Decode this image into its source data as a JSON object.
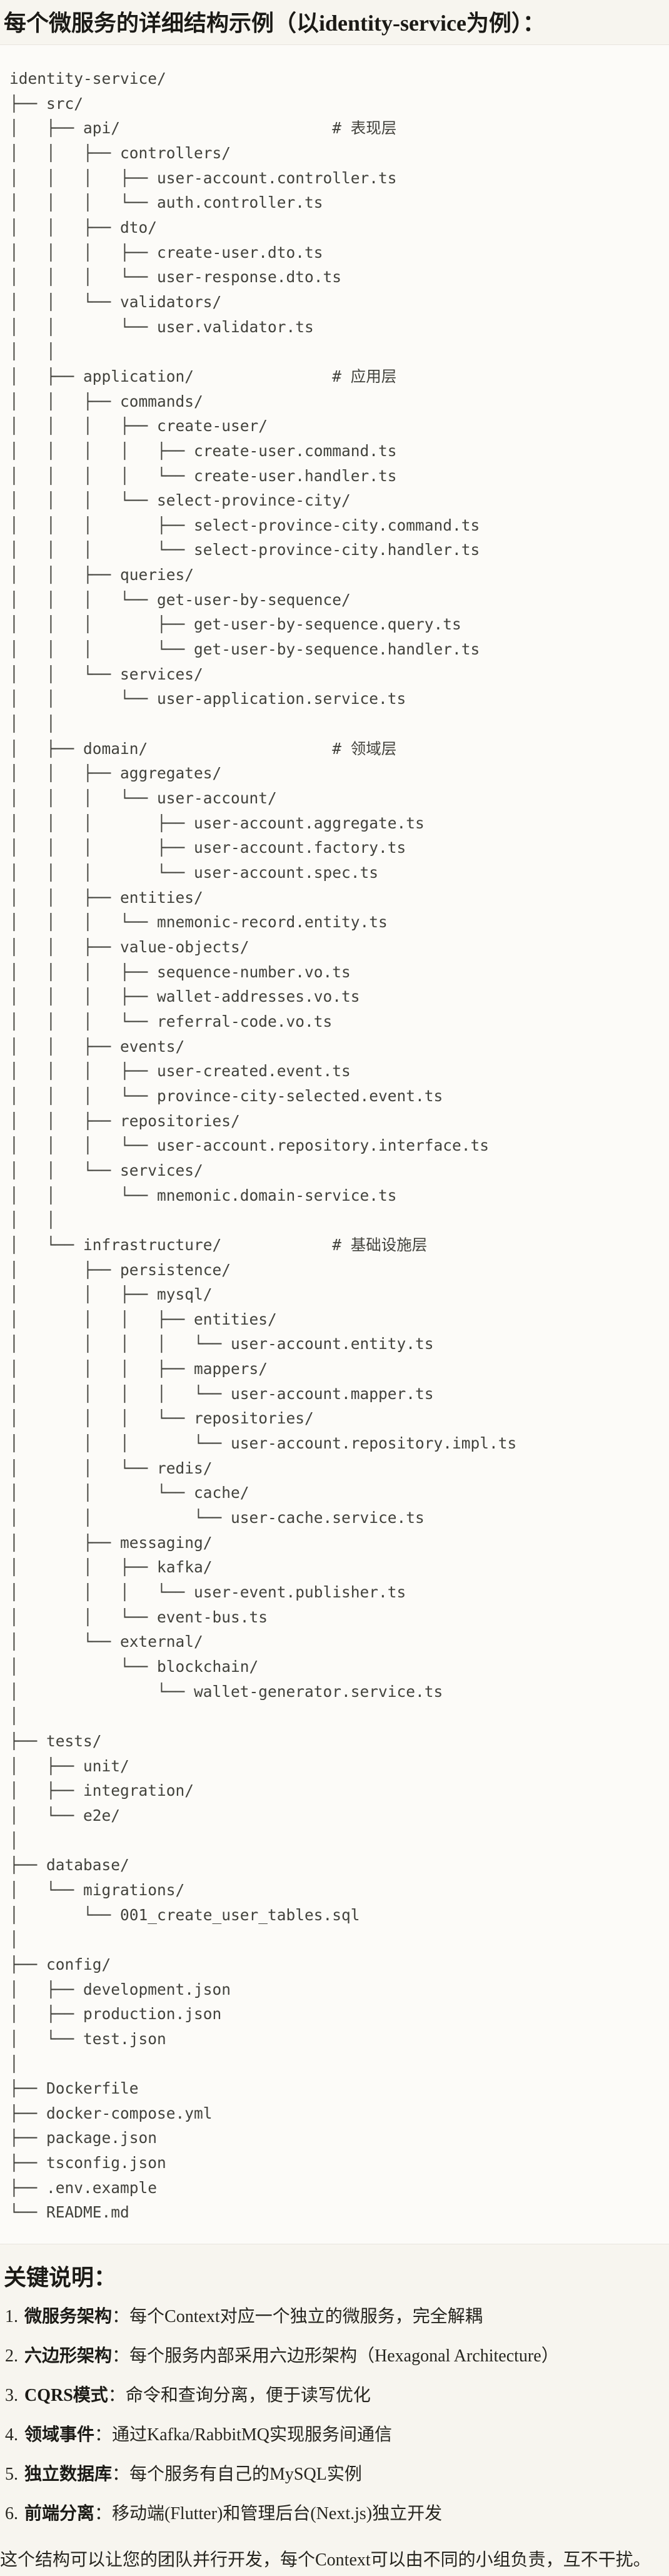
{
  "header": {
    "title": "每个微服务的详细结构示例（以identity-service为例）："
  },
  "tree": {
    "lines": [
      "identity-service/",
      "├── src/",
      "│   ├── api/                       # 表现层",
      "│   │   ├── controllers/",
      "│   │   │   ├── user-account.controller.ts",
      "│   │   │   └── auth.controller.ts",
      "│   │   ├── dto/",
      "│   │   │   ├── create-user.dto.ts",
      "│   │   │   └── user-response.dto.ts",
      "│   │   └── validators/",
      "│   │       └── user.validator.ts",
      "│   │",
      "│   ├── application/               # 应用层",
      "│   │   ├── commands/",
      "│   │   │   ├── create-user/",
      "│   │   │   │   ├── create-user.command.ts",
      "│   │   │   │   └── create-user.handler.ts",
      "│   │   │   └── select-province-city/",
      "│   │   │       ├── select-province-city.command.ts",
      "│   │   │       └── select-province-city.handler.ts",
      "│   │   ├── queries/",
      "│   │   │   └── get-user-by-sequence/",
      "│   │   │       ├── get-user-by-sequence.query.ts",
      "│   │   │       └── get-user-by-sequence.handler.ts",
      "│   │   └── services/",
      "│   │       └── user-application.service.ts",
      "│   │",
      "│   ├── domain/                    # 领域层",
      "│   │   ├── aggregates/",
      "│   │   │   └── user-account/",
      "│   │   │       ├── user-account.aggregate.ts",
      "│   │   │       ├── user-account.factory.ts",
      "│   │   │       └── user-account.spec.ts",
      "│   │   ├── entities/",
      "│   │   │   └── mnemonic-record.entity.ts",
      "│   │   ├── value-objects/",
      "│   │   │   ├── sequence-number.vo.ts",
      "│   │   │   ├── wallet-addresses.vo.ts",
      "│   │   │   └── referral-code.vo.ts",
      "│   │   ├── events/",
      "│   │   │   ├── user-created.event.ts",
      "│   │   │   └── province-city-selected.event.ts",
      "│   │   ├── repositories/",
      "│   │   │   └── user-account.repository.interface.ts",
      "│   │   └── services/",
      "│   │       └── mnemonic.domain-service.ts",
      "│   │",
      "│   └── infrastructure/            # 基础设施层",
      "│       ├── persistence/",
      "│       │   ├── mysql/",
      "│       │   │   ├── entities/",
      "│       │   │   │   └── user-account.entity.ts",
      "│       │   │   ├── mappers/",
      "│       │   │   │   └── user-account.mapper.ts",
      "│       │   │   └── repositories/",
      "│       │   │       └── user-account.repository.impl.ts",
      "│       │   └── redis/",
      "│       │       └── cache/",
      "│       │           └── user-cache.service.ts",
      "│       ├── messaging/",
      "│       │   ├── kafka/",
      "│       │   │   └── user-event.publisher.ts",
      "│       │   └── event-bus.ts",
      "│       └── external/",
      "│           └── blockchain/",
      "│               └── wallet-generator.service.ts",
      "│",
      "├── tests/",
      "│   ├── unit/",
      "│   ├── integration/",
      "│   └── e2e/",
      "│",
      "├── database/",
      "│   └── migrations/",
      "│       └── 001_create_user_tables.sql",
      "│",
      "├── config/",
      "│   ├── development.json",
      "│   ├── production.json",
      "│   └── test.json",
      "│",
      "├── Dockerfile",
      "├── docker-compose.yml",
      "├── package.json",
      "├── tsconfig.json",
      "├── .env.example",
      "└── README.md"
    ]
  },
  "notes": {
    "heading": "关键说明：",
    "items": [
      {
        "num": "1.",
        "label": "微服务架构",
        "colon": "：",
        "text": "每个Context对应一个独立的微服务，完全解耦"
      },
      {
        "num": "2.",
        "label": "六边形架构",
        "colon": "：",
        "text": "每个服务内部采用六边形架构（Hexagonal Architecture）"
      },
      {
        "num": "3.",
        "label": "CQRS模式",
        "colon": "：",
        "text": "命令和查询分离，便于读写优化"
      },
      {
        "num": "4.",
        "label": "领域事件",
        "colon": "：",
        "text": "通过Kafka/RabbitMQ实现服务间通信"
      },
      {
        "num": "5.",
        "label": "独立数据库",
        "colon": "：",
        "text": "每个服务有自己的MySQL实例"
      },
      {
        "num": "6.",
        "label": "前端分离",
        "colon": "：",
        "text": "移动端(Flutter)和管理后台(Next.js)独立开发"
      }
    ]
  },
  "footer": {
    "closing": "这个结构可以让您的团队并行开发，每个Context可以由不同的小组负责，互不干扰。"
  },
  "colors": {
    "page_background": "#f7f5ef",
    "code_background": "#fcfbf8",
    "code_border": "#e8e5de",
    "tree_text": "#42423c",
    "heading_text": "#1b1a16",
    "body_text": "#26251f"
  }
}
